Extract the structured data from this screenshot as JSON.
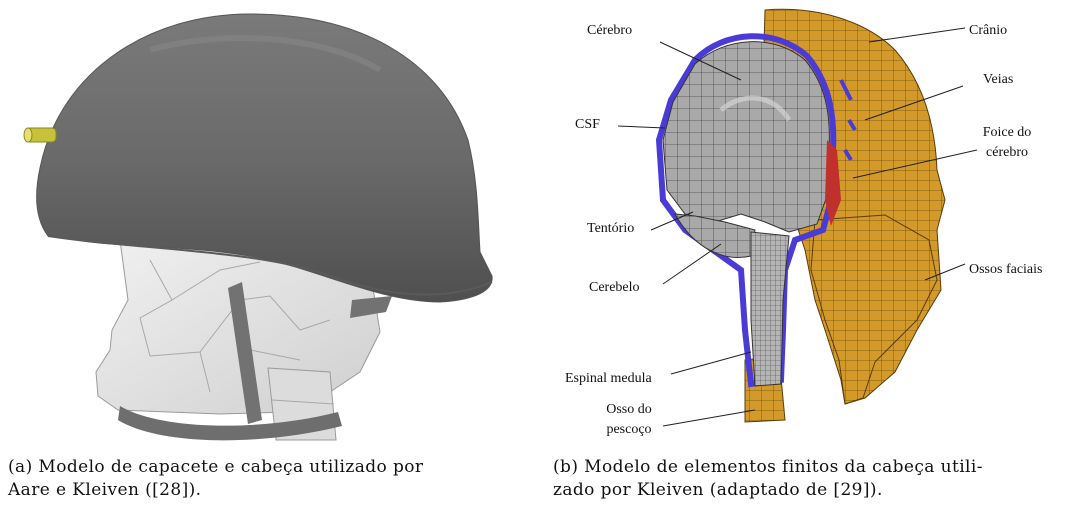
{
  "figure_a": {
    "caption_line1": "(a) Modelo de capacete e cabeça utilizado por",
    "caption_line2": "Aare e Kleiven ([28])."
  },
  "figure_b": {
    "caption_line1": "(b) Modelo de elementos finitos da cabeça utili-",
    "caption_line2": "zado por Kleiven (adaptado de [29]).",
    "labels": {
      "cerebro": "Cérebro",
      "csf": "CSF",
      "tentorio": "Tentório",
      "cerebelo": "Cerebelo",
      "espinal_medula": "Espinal medula",
      "osso_pescoco_1": "Osso do",
      "osso_pescoco_2": "pescoço",
      "cranio": "Crânio",
      "veias": "Veias",
      "foice_1": "Foice do",
      "foice_2": "cérebro",
      "ossos_faciais": "Ossos faciais"
    },
    "colors": {
      "brain": "#a9a9a9",
      "csf": "#4b3bd6",
      "skull": "#d39a2a",
      "falx": "#c0302c"
    }
  }
}
